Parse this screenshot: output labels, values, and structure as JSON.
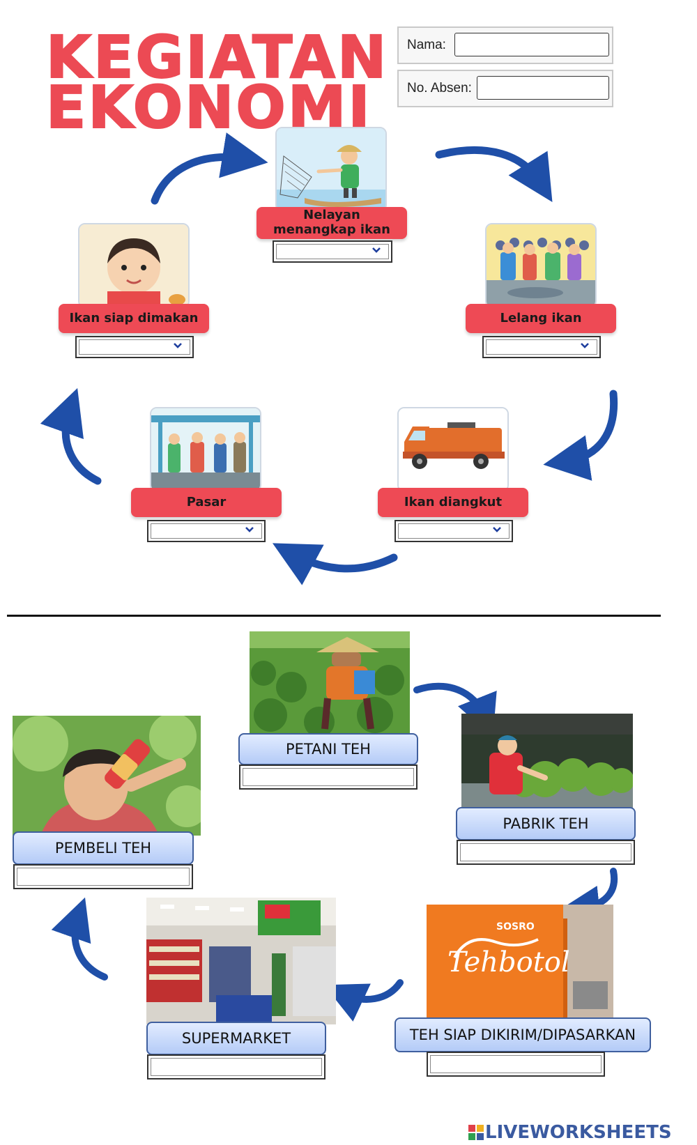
{
  "title": {
    "line1": "KEGIATAN",
    "line2": "EKONOMI"
  },
  "form": {
    "name_label": "Nama:",
    "absen_label": "No. Absen:"
  },
  "fish_cycle": {
    "steps": [
      {
        "label_line1": "Nelayan",
        "label_line2": "menangkap ikan"
      },
      {
        "label": "Lelang ikan"
      },
      {
        "label": "Ikan diangkut"
      },
      {
        "label": "Pasar"
      },
      {
        "label": "Ikan siap dimakan"
      }
    ]
  },
  "tea_cycle": {
    "steps": [
      {
        "label": "PETANI TEH"
      },
      {
        "label": "PABRIK TEH"
      },
      {
        "label": "TEH SIAP DIKIRIM/DIPASARKAN"
      },
      {
        "label": "SUPERMARKET"
      },
      {
        "label": "PEMBELI TEH"
      }
    ],
    "truck_brand": "Tehbotol",
    "truck_brand_small": "SOSRO"
  },
  "watermark": "LIVEWORKSHEETS",
  "colors": {
    "title_red": "#ec4a54",
    "label_red": "#ee4a55",
    "arrow_blue": "#1f4fa8",
    "label_blue": "#b4cbf7"
  },
  "icons": {
    "dropdown": "chevron-down-icon",
    "arrow": "curved-arrow-icon"
  }
}
